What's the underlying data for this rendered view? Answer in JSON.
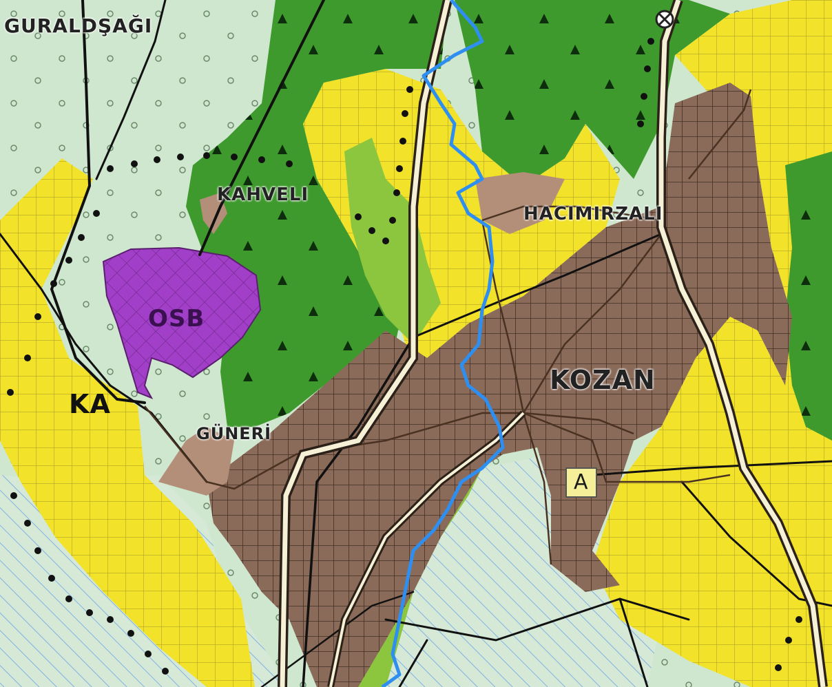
{
  "map": {
    "labels": {
      "guraldsagi": "GURALDŞAĞI",
      "kahveli": "KAHVELI",
      "hacimirzali": "HACIMIRZALI",
      "osb": "OSB",
      "ka": "KA",
      "guneri": "GÜNERİ",
      "kozan": "KOZAN",
      "a_marker": "A"
    },
    "legend_colors": {
      "agricultural_green": "#cfe6cf",
      "forest": "#3f9a2e",
      "forest_light": "#8cc63f",
      "agriculture_yellow": "#f2e32a",
      "urban_brown": "#8a6a58",
      "industrial_purple": "#a23fc8",
      "river_blue": "#2f8ff0",
      "road_outline": "#2b2118",
      "road_fill": "#f5f0d6",
      "boundary_black": "#111111",
      "irrigation_hatch": "#7fb2e6"
    },
    "icons": [
      "tree-icon",
      "circle-dot-icon",
      "black-dot-icon",
      "crossing-icon"
    ]
  }
}
